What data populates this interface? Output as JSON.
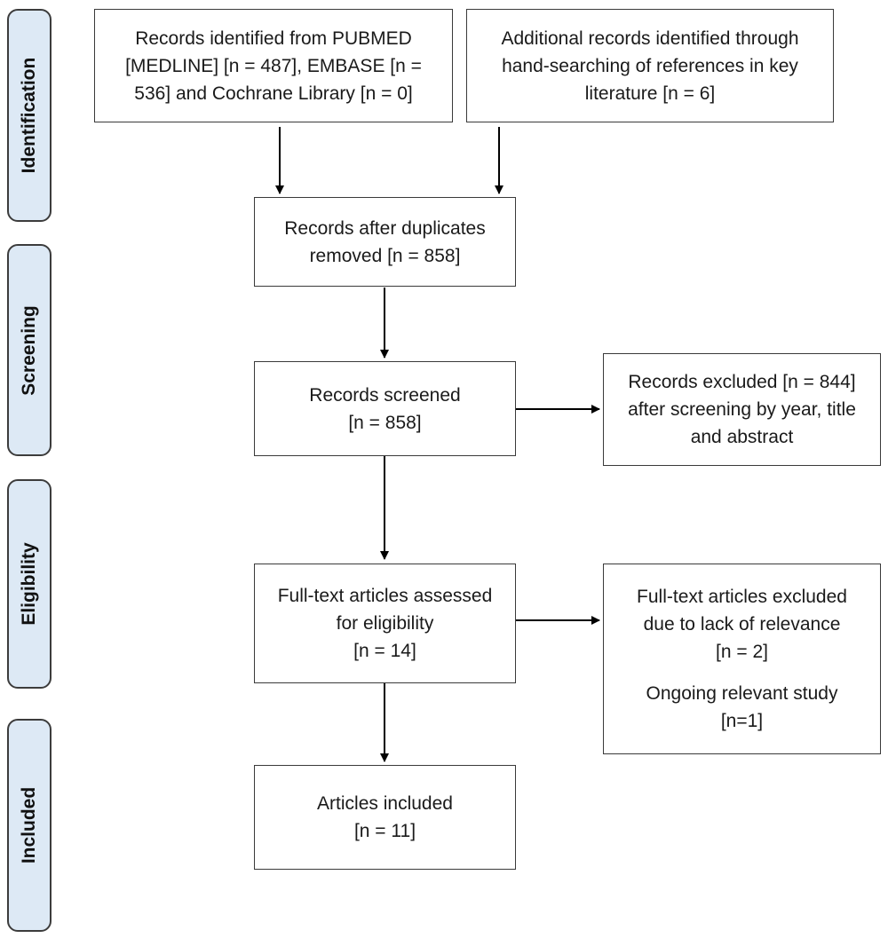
{
  "phases": {
    "identification": "Identification",
    "screening": "Screening",
    "eligibility": "Eligibility",
    "included": "Included"
  },
  "boxes": {
    "records_identified": "Records identified from PUBMED\n[MEDLINE] [n = 487], EMBASE [n =\n536] and Cochrane Library [n = 0]",
    "additional_records": "Additional records identified through\nhand-searching of references in key\nliterature [n = 6]",
    "duplicates_removed": "Records after duplicates\nremoved [n = 858]",
    "records_screened": "Records screened\n[n = 858]",
    "records_excluded": "Records excluded [n = 844]\nafter screening by year, title\nand abstract",
    "fulltext_assessed": "Full-text articles assessed\nfor eligibility\n[n = 14]",
    "fulltext_excluded": "Full-text articles excluded\ndue to lack of relevance\n[n = 2]",
    "ongoing_study": "Ongoing relevant study\n[n=1]",
    "articles_included": "Articles included\n[n = 11]"
  },
  "colors": {
    "phase_fill": "#dde9f5",
    "border": "#3a3a3a",
    "arrow": "#000000"
  }
}
